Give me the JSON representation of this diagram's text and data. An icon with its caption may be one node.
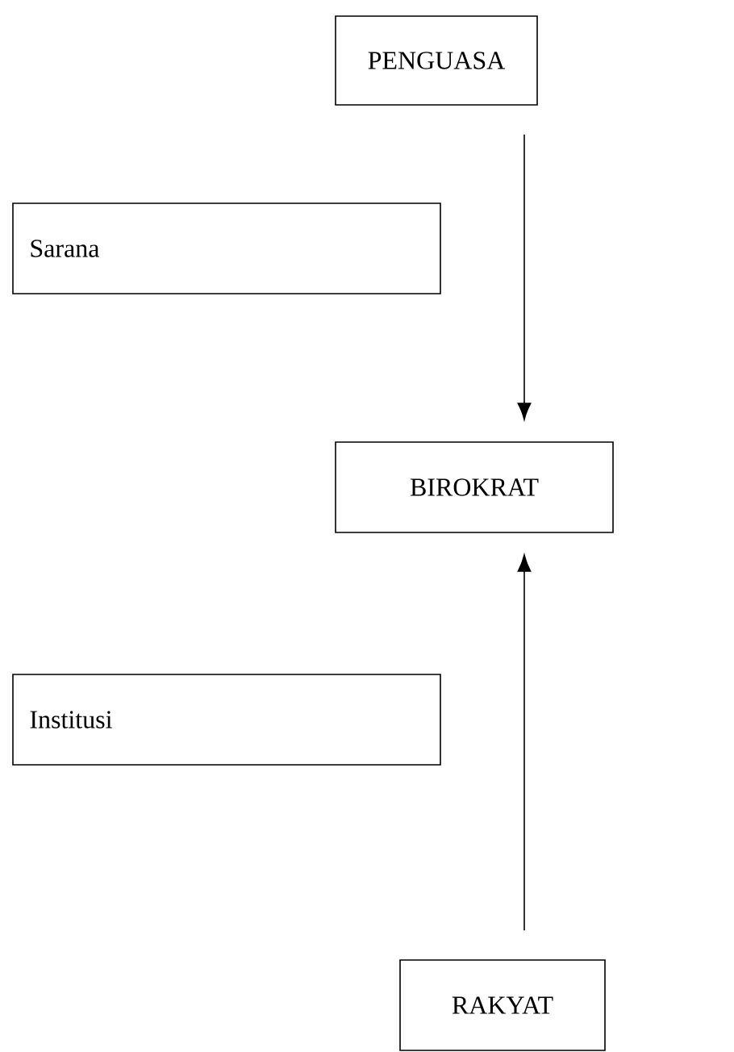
{
  "diagram": {
    "nodes": [
      {
        "text": [
          "PENGUASA"
        ]
      },
      {
        "text": [
          "Sarana"
        ]
      },
      {
        "text": [
          "BIROKRAT"
        ]
      },
      {
        "text": [
          "Institusi"
        ]
      },
      {
        "text": [
          "RAKYAT"
        ]
      }
    ],
    "edges": [
      {
        "from": 0,
        "to": 2,
        "arrow": "to"
      },
      {
        "from": 4,
        "to": 2,
        "arrow": "to"
      }
    ]
  }
}
